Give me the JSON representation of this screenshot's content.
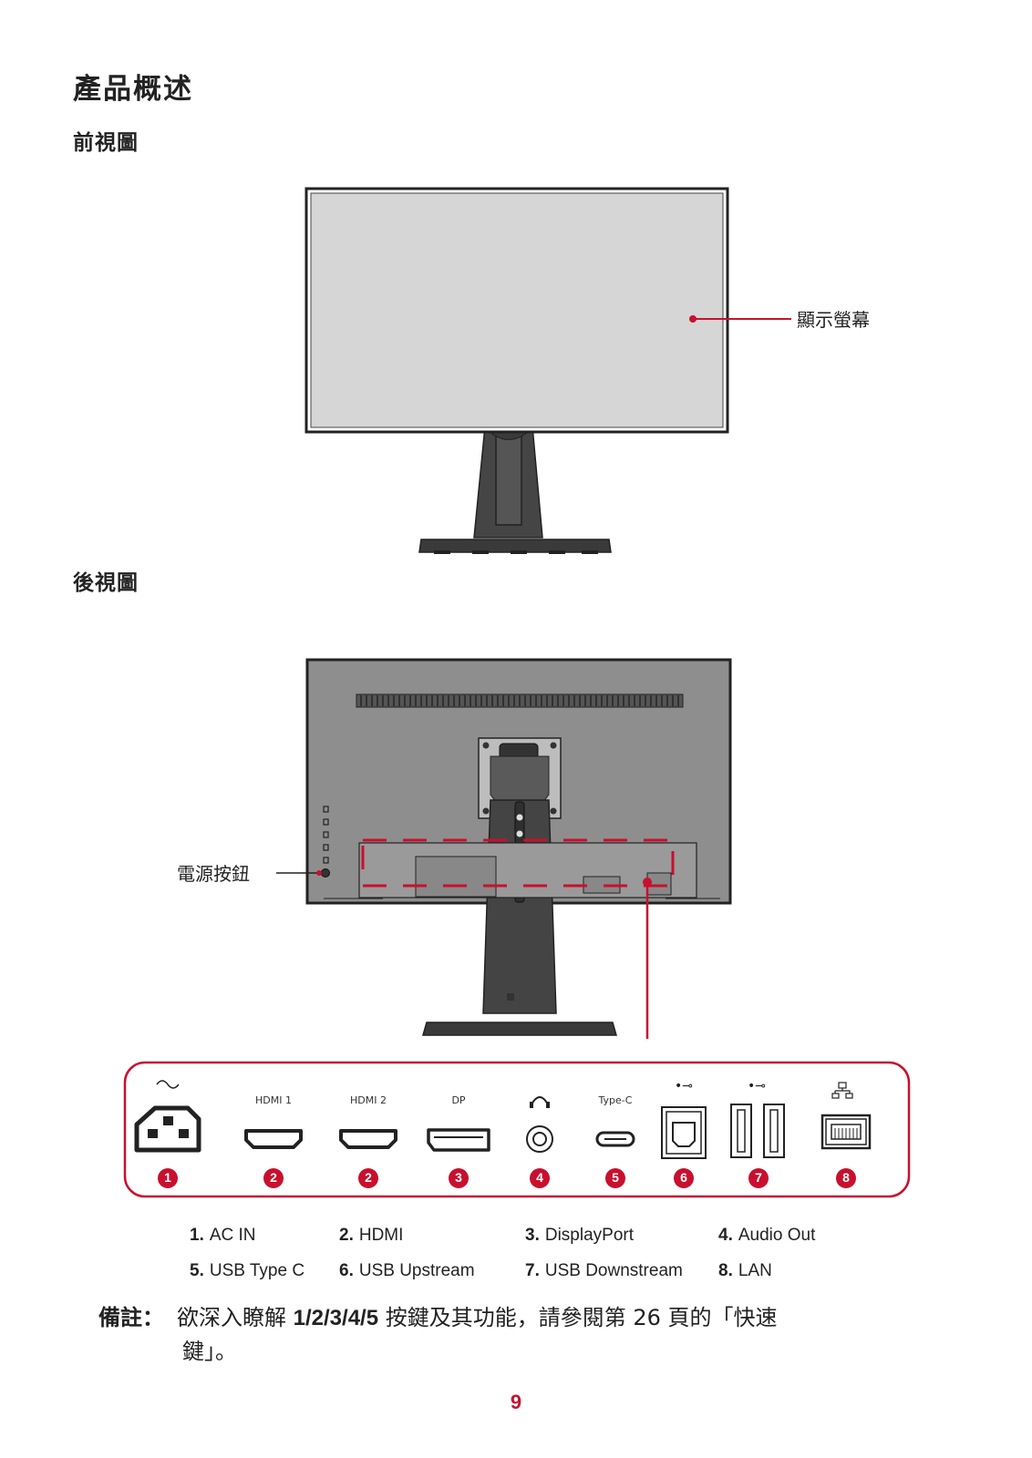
{
  "page": {
    "title": "產品概述",
    "front_heading": "前視圖",
    "rear_heading": "後視圖",
    "screen_callout": "顯示螢幕",
    "power_callout": "電源按鈕",
    "page_number": "9"
  },
  "ports": {
    "labels": [
      "HDMI 1",
      "HDMI 2",
      "DP",
      "Type-C"
    ],
    "numbers": [
      "1",
      "2",
      "2",
      "3",
      "4",
      "5",
      "6",
      "7",
      "8"
    ]
  },
  "legend": [
    {
      "num": "1.",
      "text": "AC IN"
    },
    {
      "num": "2.",
      "text": "HDMI"
    },
    {
      "num": "3.",
      "text": "DisplayPort"
    },
    {
      "num": "4.",
      "text": "Audio Out"
    },
    {
      "num": "5.",
      "text": "USB Type C"
    },
    {
      "num": "6.",
      "text": "USB Upstream"
    },
    {
      "num": "7.",
      "text": "USB Downstream"
    },
    {
      "num": "8.",
      "text": "LAN"
    }
  ],
  "note": {
    "label": "備註：",
    "pre": "欲深入瞭解 ",
    "keys": "1/2/3/4/5",
    "post": " 按鍵及其功能，請參閱第 26 頁的「快速",
    "line2": "鍵」。"
  },
  "colors": {
    "accent": "#c8102e",
    "screen": "#d6d6d6",
    "body_rear": "#8e8e8e",
    "stand": "#3f3f3f"
  }
}
